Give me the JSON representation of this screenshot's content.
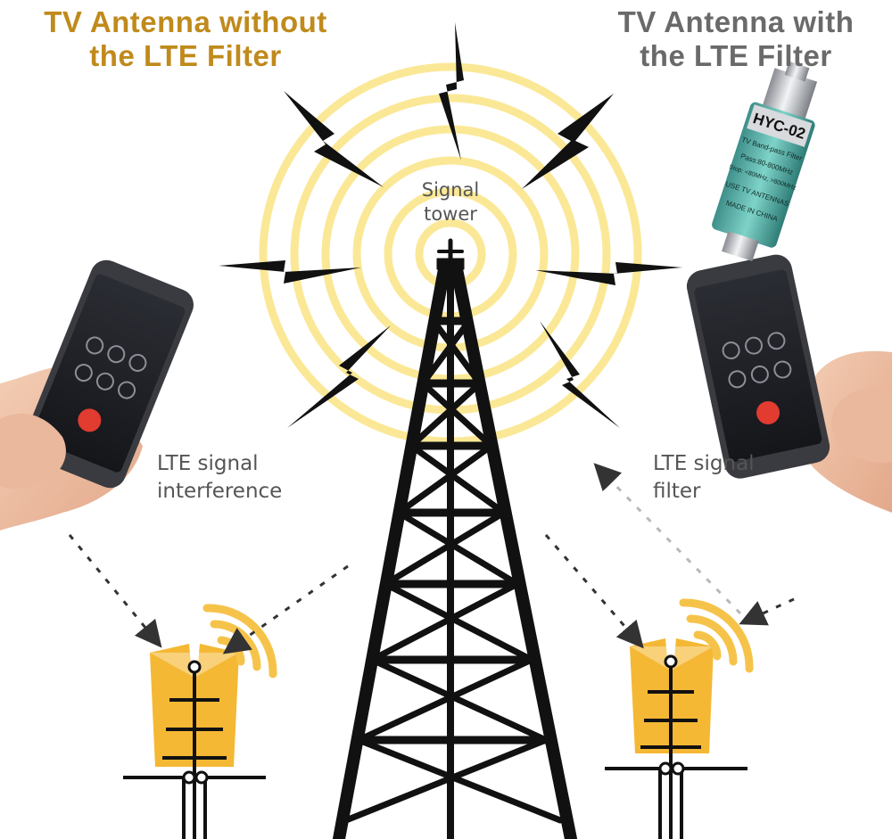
{
  "titles": {
    "left": [
      "TV Antenna without",
      "the LTE Filter"
    ],
    "right": [
      "TV Antenna with",
      "the LTE Filter"
    ]
  },
  "labels": {
    "tower": [
      "Signal",
      "tower"
    ],
    "left": [
      "LTE signal",
      "interference"
    ],
    "right": [
      "LTE signal",
      "filter"
    ]
  },
  "filter": {
    "model": "HYC-02",
    "band_text": "TV Band-pass Filter",
    "spec_text": "Pass:80-800MHz",
    "stop_text": "Stop: <80MHz, >800MHz",
    "made_in": "MADE IN CHINA",
    "use_text": "USE TV ANTENNAS"
  },
  "colors": {
    "title_left": "#c08a1c",
    "title_right": "#6a6a6a",
    "rings": "#fbe896",
    "antenna_glow": "#f2b125",
    "tower": "#111111",
    "label": "#555555"
  }
}
